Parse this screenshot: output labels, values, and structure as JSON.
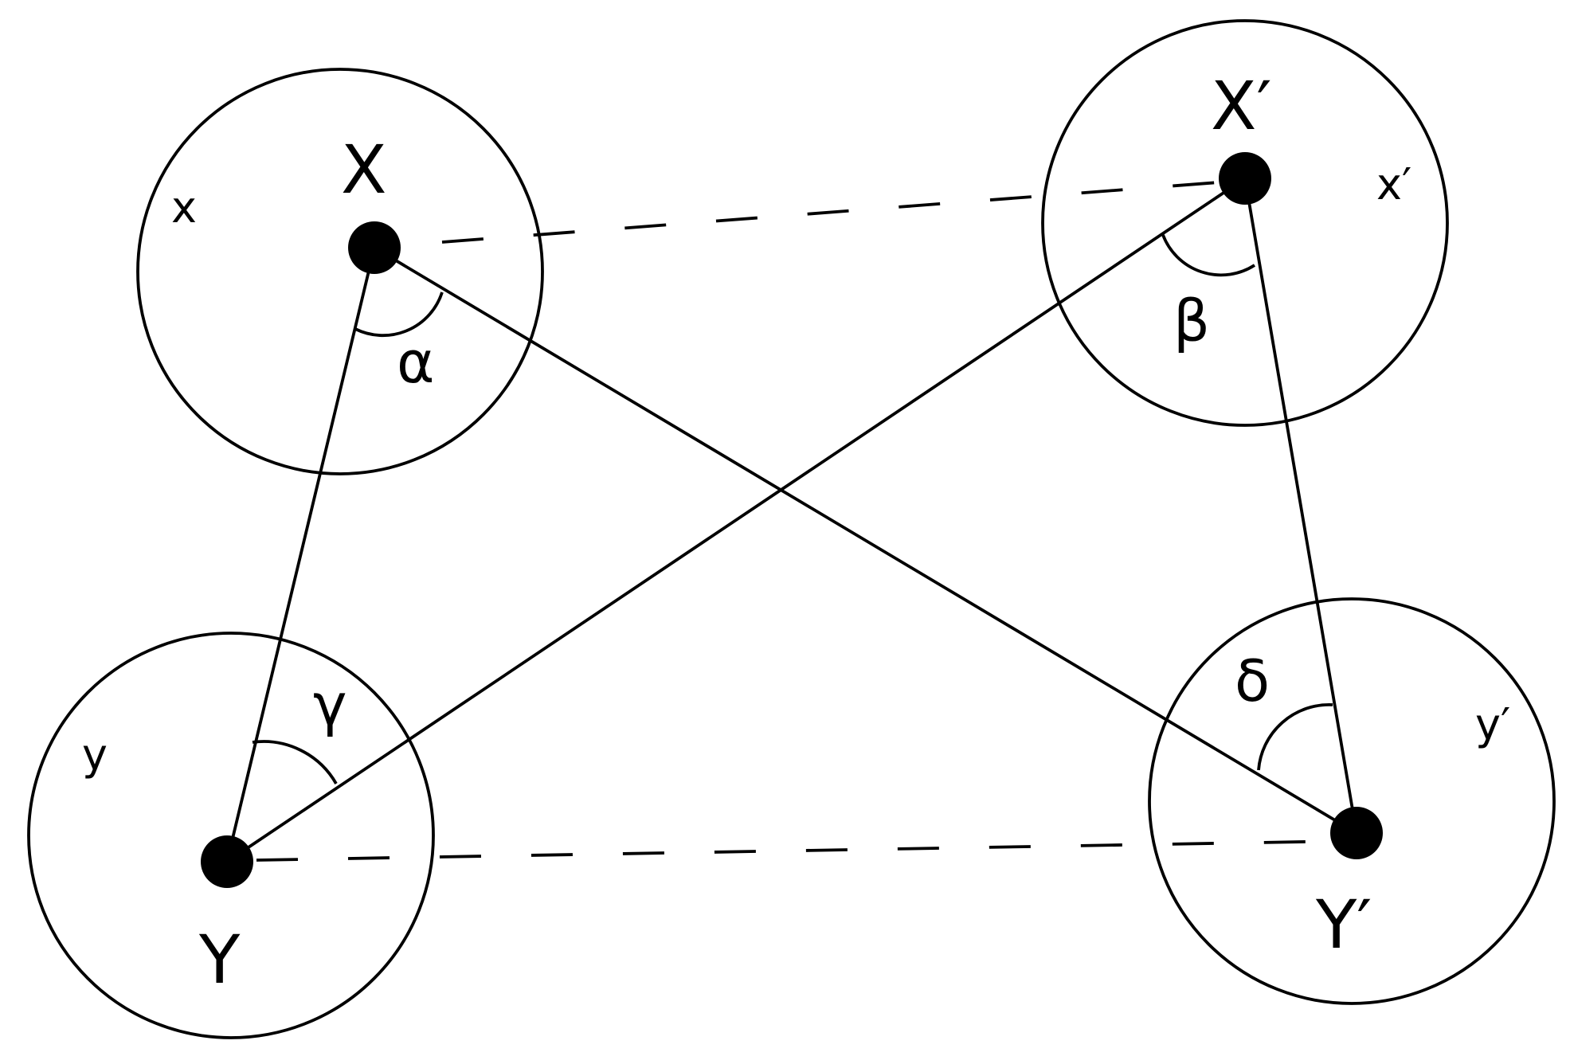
{
  "labels": {
    "X": "X",
    "X_prime": "X′",
    "Y": "Y",
    "Y_prime": "Y′",
    "x": "x",
    "x_prime": "x′",
    "y": "y",
    "y_prime": "y′",
    "alpha": "α",
    "beta": "β",
    "gamma": "γ",
    "delta": "δ"
  }
}
